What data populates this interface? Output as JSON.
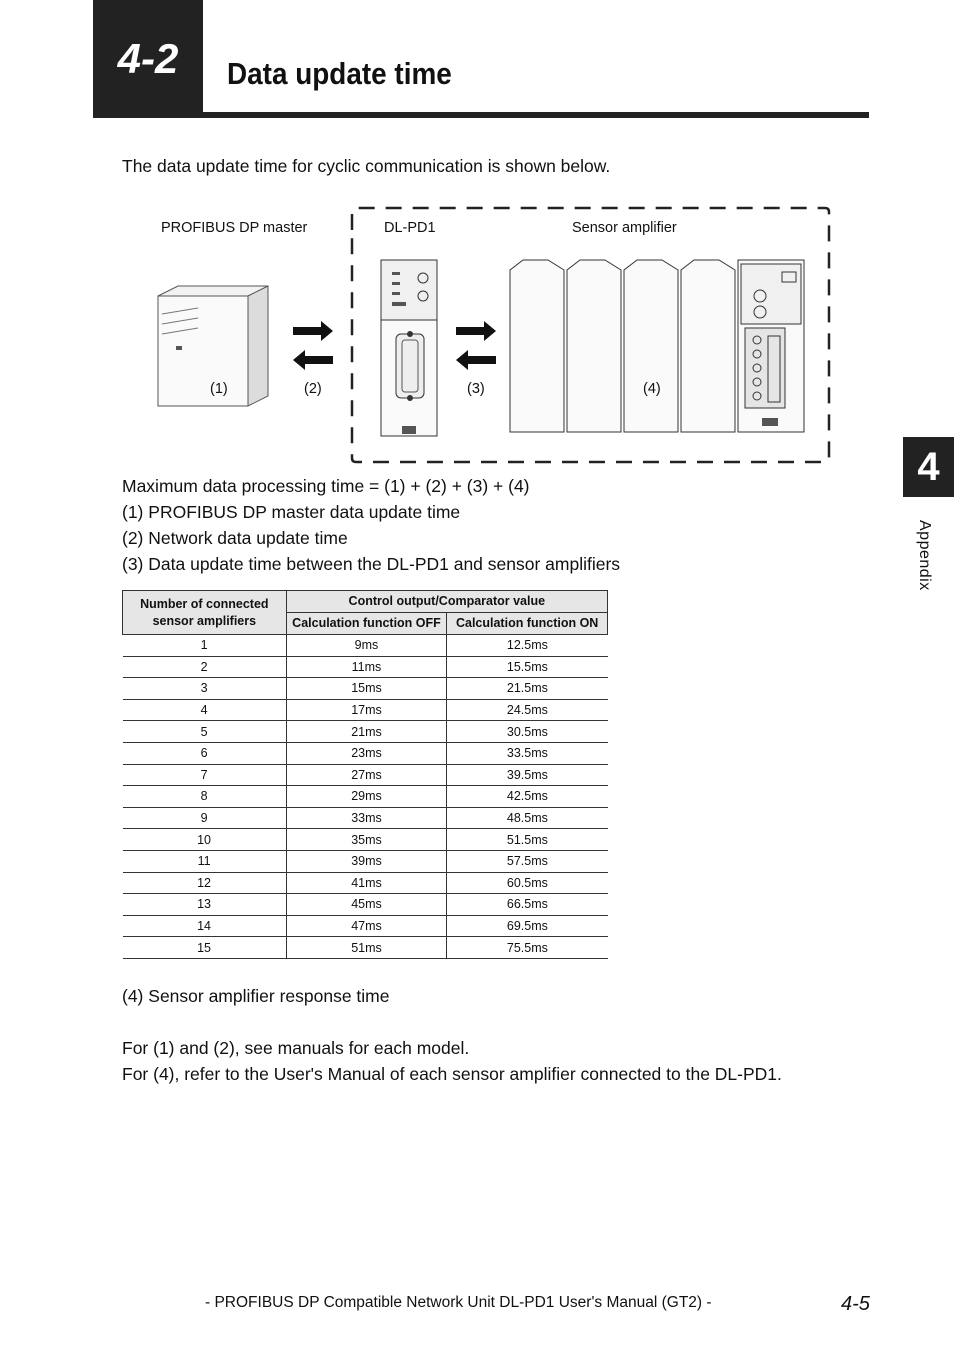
{
  "header": {
    "section_number": "4-2",
    "title": "Data update time"
  },
  "intro": "The data update time for cyclic communication is shown below.",
  "diagram": {
    "labels": {
      "master": "PROFIBUS DP master",
      "dlpd1": "DL-PD1",
      "sensor": "Sensor amplifier"
    },
    "markers": [
      "(1)",
      "(2)",
      "(3)",
      "(4)"
    ]
  },
  "formula": "Maximum data processing time = (1) + (2) + (3) + (4)",
  "items": [
    {
      "num": "(1)",
      "text": "PROFIBUS DP master data update time"
    },
    {
      "num": "(2)",
      "text": "Network data update time"
    },
    {
      "num": "(3)",
      "text": "Data update time between the DL-PD1 and sensor amplifiers"
    }
  ],
  "table": {
    "header_count": "Number of connected sensor amplifiers",
    "header_group": "Control output/Comparator value",
    "header_off": "Calculation function OFF",
    "header_on": "Calculation function ON",
    "rows": [
      [
        "1",
        "9ms",
        "12.5ms"
      ],
      [
        "2",
        "11ms",
        "15.5ms"
      ],
      [
        "3",
        "15ms",
        "21.5ms"
      ],
      [
        "4",
        "17ms",
        "24.5ms"
      ],
      [
        "5",
        "21ms",
        "30.5ms"
      ],
      [
        "6",
        "23ms",
        "33.5ms"
      ],
      [
        "7",
        "27ms",
        "39.5ms"
      ],
      [
        "8",
        "29ms",
        "42.5ms"
      ],
      [
        "9",
        "33ms",
        "48.5ms"
      ],
      [
        "10",
        "35ms",
        "51.5ms"
      ],
      [
        "11",
        "39ms",
        "57.5ms"
      ],
      [
        "12",
        "41ms",
        "60.5ms"
      ],
      [
        "13",
        "45ms",
        "66.5ms"
      ],
      [
        "14",
        "47ms",
        "69.5ms"
      ],
      [
        "15",
        "51ms",
        "75.5ms"
      ]
    ]
  },
  "item4": {
    "num": "(4)",
    "text": "Sensor amplifier response time"
  },
  "notes": [
    "For (1) and (2), see manuals for each model.",
    "For (4), refer to the User's Manual of each sensor amplifier connected to the DL-PD1."
  ],
  "side_tab": {
    "number": "4",
    "label": "Appendix"
  },
  "footer": {
    "text": "- PROFIBUS DP Compatible Network Unit DL-PD1 User's Manual (GT2) -",
    "page": "4-5"
  }
}
